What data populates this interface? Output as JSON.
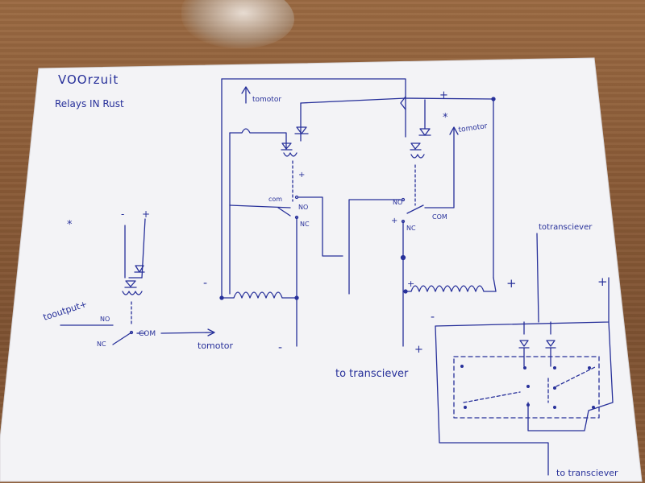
{
  "header": {
    "title": "VOOrzuit",
    "subtitle": "Relays IN Rust"
  },
  "labels": {
    "to_motor_top": "tomotor",
    "to_motor_right": "tomotor",
    "to_motor_bottom": "tomotor",
    "to_output": "tooutput+",
    "to_transceiver_bottom": "to transciever",
    "to_transceiver_top_right": "totransciever",
    "to_transceiver_lower_right": "to transciever",
    "com": "COM",
    "com_left_relay": "com",
    "com_right_relay": "COM",
    "no": "NO",
    "nc": "NC",
    "plus": "+",
    "minus": "-",
    "asterisk": "*"
  },
  "colors": {
    "ink": "#27309a",
    "paper": "#f4f3f6",
    "table": "#8a5a36"
  }
}
